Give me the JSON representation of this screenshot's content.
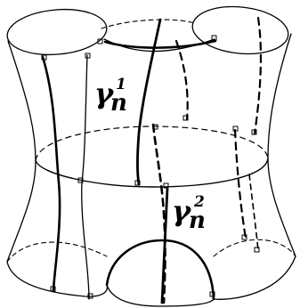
{
  "labels": {
    "gamma1": {
      "symbol": "γ",
      "sub": "n",
      "sup": "1"
    },
    "gamma2": {
      "symbol": "γ",
      "sub": "n",
      "sup": "2"
    }
  },
  "colors": {
    "stroke": "#000000",
    "background": "#ffffff"
  }
}
